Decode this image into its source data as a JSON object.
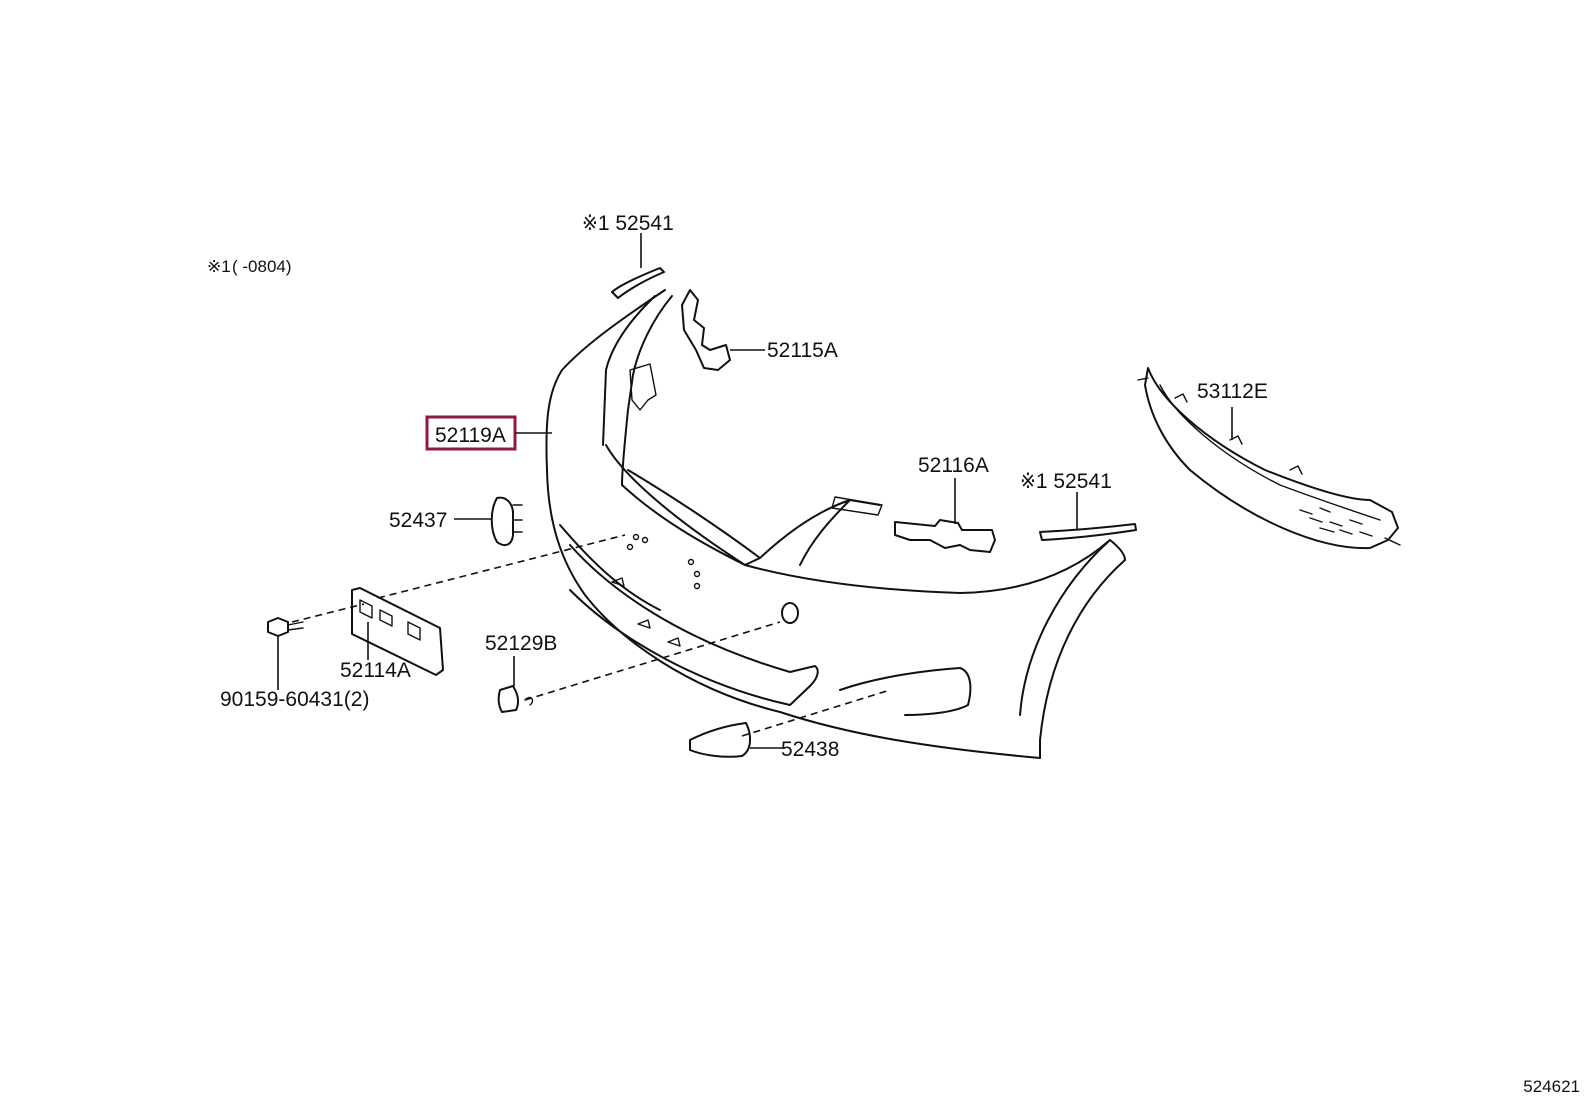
{
  "note": {
    "marker": "※1",
    "range": "(      -0804)"
  },
  "labels": {
    "strip_top": "※1 52541",
    "bracket_upper": "52115A",
    "grille": "53112E",
    "bumper_cover": "52119A",
    "support_center": "52116A",
    "strip_side": "※1 52541",
    "cover_upper": "52437",
    "license_bracket": "52114A",
    "bolt": "90159-60431(2)",
    "plug": "52129B",
    "cover_lower": "52438"
  },
  "highlighted_part": "52119A",
  "diagram_id": "524621",
  "colors": {
    "highlight": "#8b1d3a",
    "line": "#111111"
  }
}
